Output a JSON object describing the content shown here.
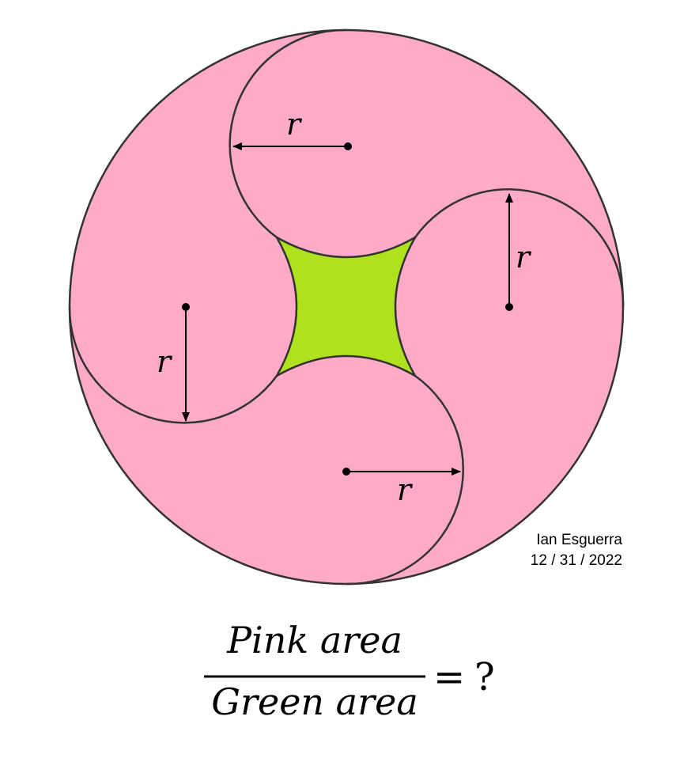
{
  "diagram": {
    "radius_label": "r",
    "author": "Ian Esguerra",
    "date": "12 / 31 / 2022",
    "colors": {
      "pink": "#ffaac8",
      "green": "#afe11e",
      "stroke": "#333333"
    }
  },
  "formula": {
    "numerator": "Pink area",
    "denominator": "Green area",
    "equals": "=",
    "unknown": "?"
  }
}
